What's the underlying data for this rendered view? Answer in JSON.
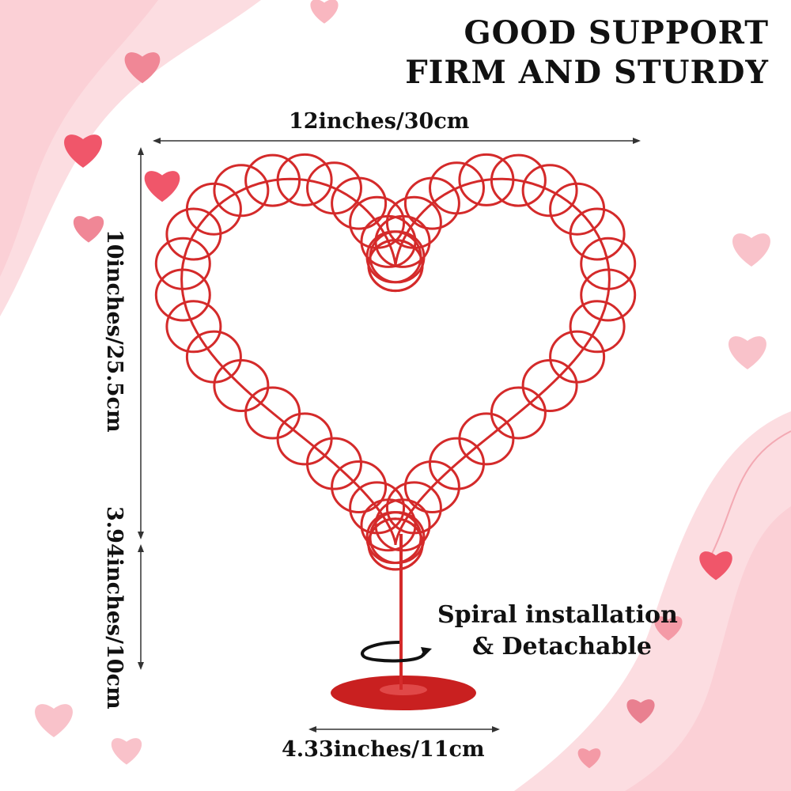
{
  "headline": {
    "line1": "GOOD SUPPORT",
    "line2": "FIRM AND STURDY"
  },
  "dimensions": {
    "width": "12inches/30cm",
    "height": "10inches/25.5cm",
    "stand_height": "3.94inches/10cm",
    "base_diameter": "4.33inches/11cm"
  },
  "callout": {
    "line1": "Spiral installation",
    "line2": "& Detachable"
  },
  "colors": {
    "product": "#d42a2a",
    "pink_bg": "#fbd3d8",
    "heart_accent": "#f0566a",
    "text": "#111111"
  }
}
